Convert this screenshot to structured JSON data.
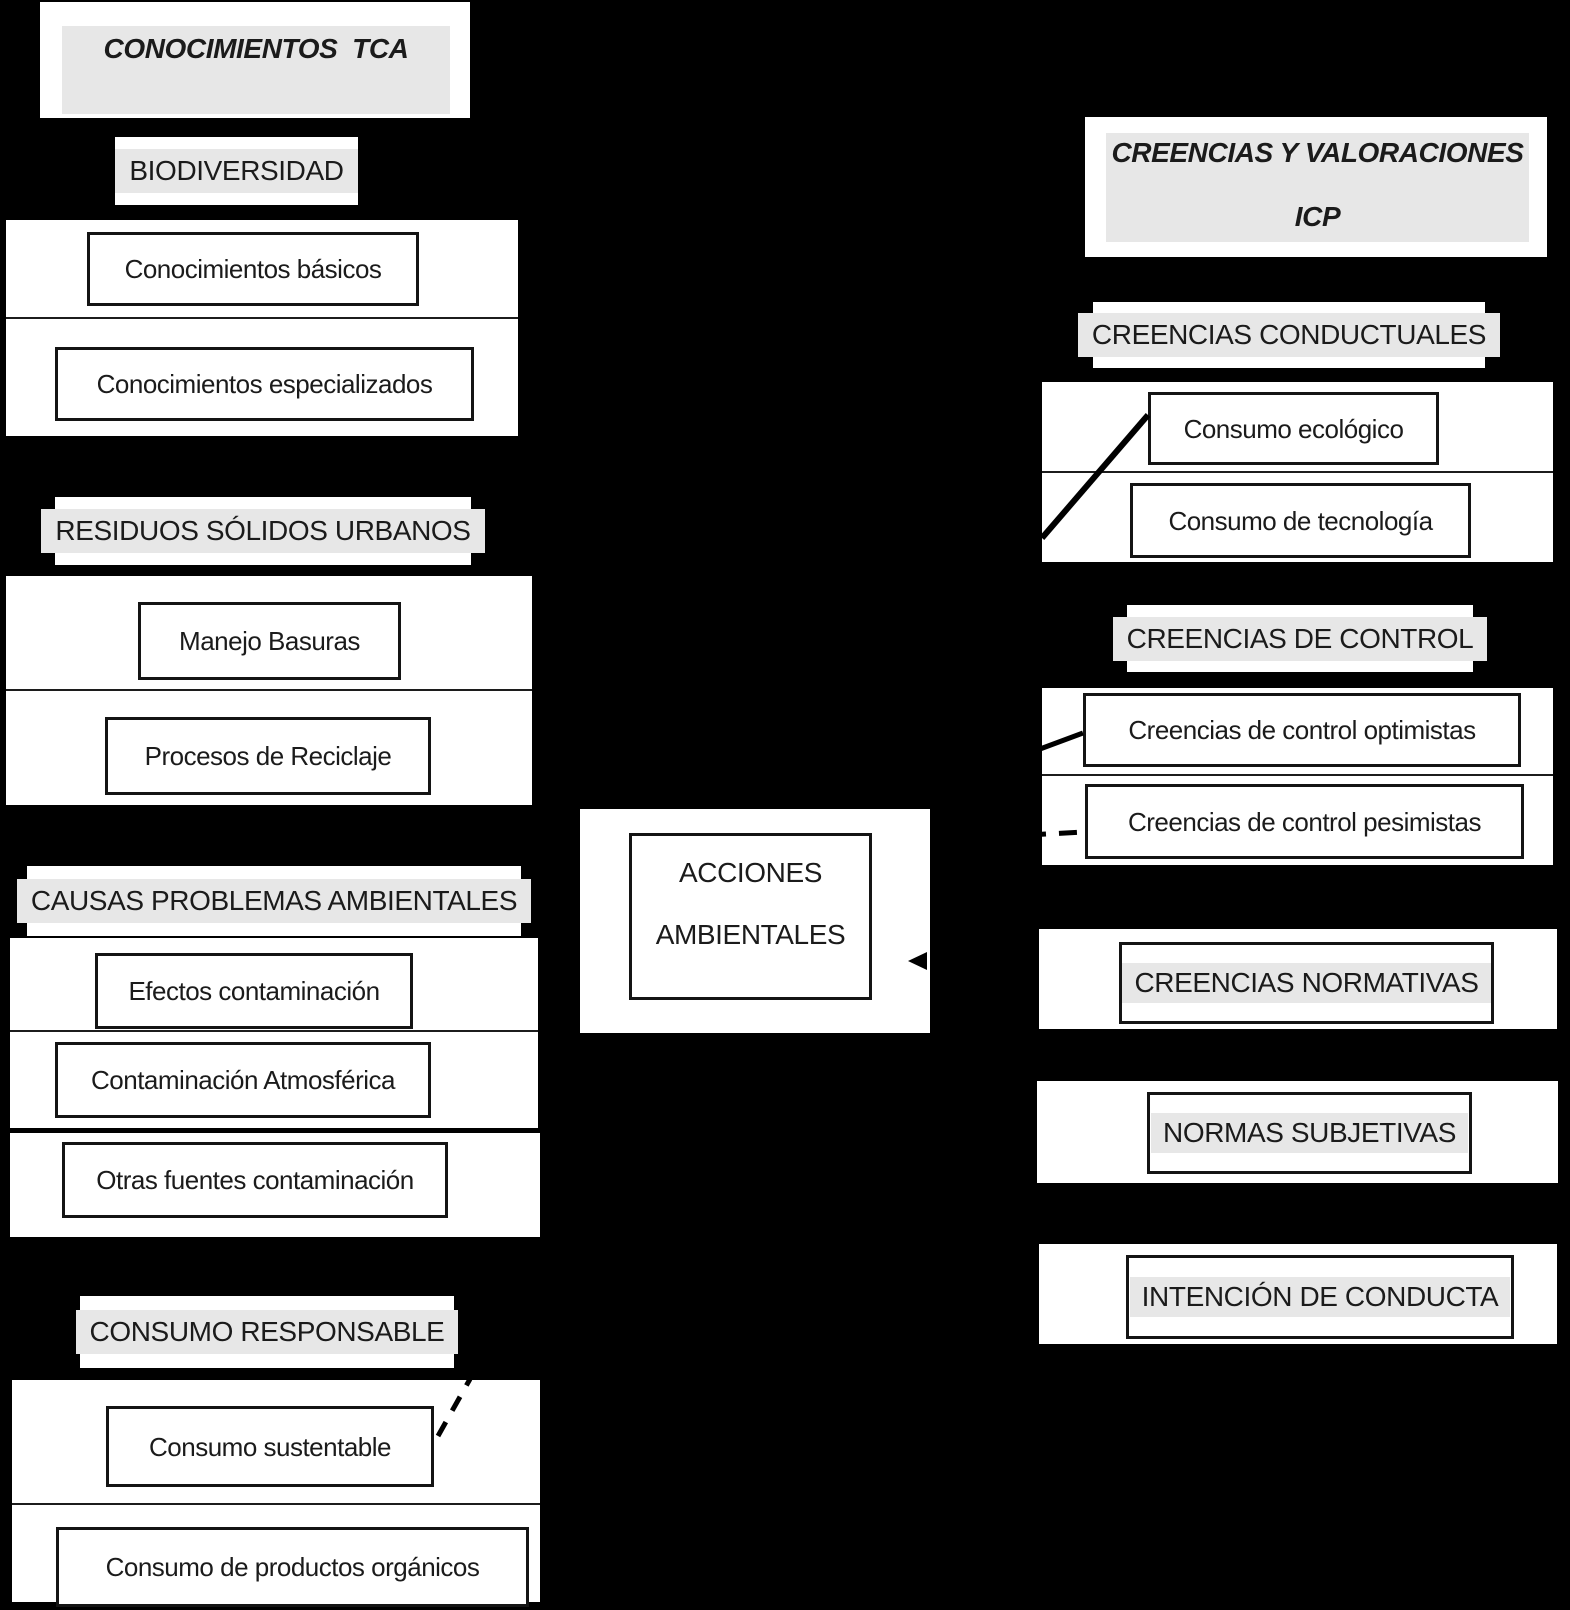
{
  "diagram": {
    "type": "concept-map",
    "background_color": "#000000",
    "panel_color": "#ffffff",
    "highlight_color": "#e7e7e7",
    "line_color": "#000000",
    "text_color": "#1b1b1b"
  },
  "left_column": {
    "title": "CONOCIMIENTOS  TCA",
    "sections": [
      {
        "heading": "BIODIVERSIDAD",
        "items": [
          "Conocimientos básicos",
          "Conocimientos especializados"
        ]
      },
      {
        "heading": "RESIDUOS SÓLIDOS URBANOS",
        "items": [
          "Manejo Basuras",
          "Procesos de Reciclaje"
        ]
      },
      {
        "heading": "CAUSAS PROBLEMAS AMBIENTALES",
        "items": [
          "Efectos contaminación",
          "Contaminación Atmosférica",
          "Otras fuentes contaminación"
        ]
      },
      {
        "heading": "CONSUMO RESPONSABLE",
        "items": [
          "Consumo sustentable",
          "Consumo de productos orgánicos"
        ]
      }
    ]
  },
  "center": {
    "label_line1": "ACCIONES",
    "label_line2": "AMBIENTALES"
  },
  "right_column": {
    "title_line1": "CREENCIAS Y VALORACIONES",
    "title_line2": "ICP",
    "sections": [
      {
        "heading": "CREENCIAS CONDUCTUALES",
        "items": [
          "Consumo ecológico",
          "Consumo de tecnología"
        ]
      },
      {
        "heading": "CREENCIAS DE CONTROL",
        "items": [
          "Creencias de control optimistas",
          "Creencias de control pesimistas"
        ]
      },
      {
        "heading": "CREENCIAS NORMATIVAS",
        "items": []
      },
      {
        "heading": "NORMAS SUBJETIVAS",
        "items": []
      },
      {
        "heading": "INTENCIÓN DE CONDUCTA",
        "items": []
      }
    ]
  },
  "connectors": [
    {
      "name": "line-to-consumo-ecologico",
      "style": "solid"
    },
    {
      "name": "line-to-control-optimistas",
      "style": "solid"
    },
    {
      "name": "line-to-control-pesimistas",
      "style": "dashed"
    },
    {
      "name": "line-from-consumo-sustentable",
      "style": "dashed"
    },
    {
      "name": "arrowhead-into-acciones",
      "style": "solid"
    }
  ]
}
